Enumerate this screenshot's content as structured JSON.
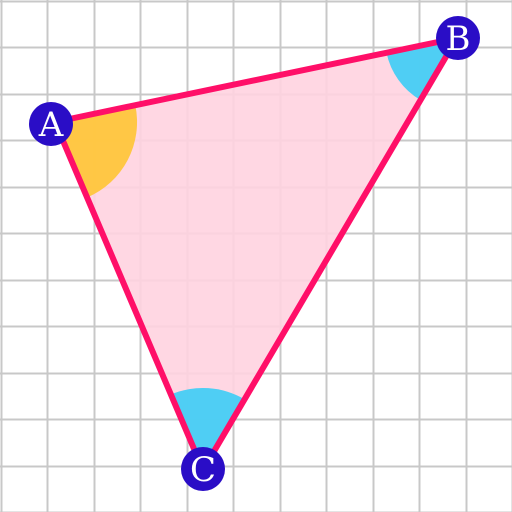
{
  "vertices": [
    {
      "id": "A",
      "label": "A"
    },
    {
      "id": "B",
      "label": "B"
    },
    {
      "id": "C",
      "label": "C"
    }
  ],
  "colors": {
    "background": "#ffffff",
    "grid": "#c8c8c8",
    "triangle_fill": "#ffd3e0",
    "triangle_stroke": "#ff0f68",
    "angle_A": "#ffc533",
    "angle_B": "#3ccdf5",
    "angle_C": "#3ccdf5",
    "vertex_dot": "#2a0dc6",
    "vertex_label": "#ffffff"
  }
}
